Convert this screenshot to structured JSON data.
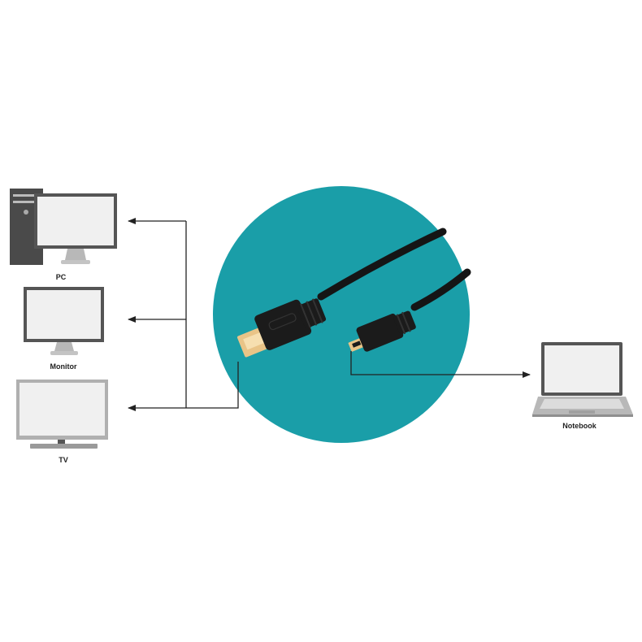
{
  "devices": {
    "pc": {
      "label": "PC"
    },
    "monitor": {
      "label": "Monitor"
    },
    "tv": {
      "label": "TV"
    },
    "notebook": {
      "label": "Notebook"
    }
  },
  "colors": {
    "circle": "#1a9ea8",
    "connector_body": "#1b1b1b",
    "gold_contact": "#e9c487",
    "device_frame": "#555555",
    "screen": "#f0f0f0",
    "line": "#222222"
  }
}
